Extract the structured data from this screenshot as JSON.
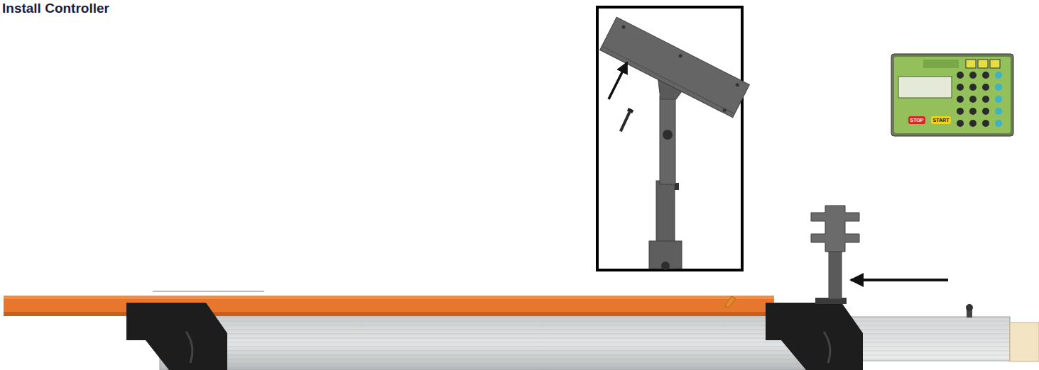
{
  "diagram": {
    "title": "Install Controller",
    "labels": [
      "STOP",
      "START"
    ]
  }
}
